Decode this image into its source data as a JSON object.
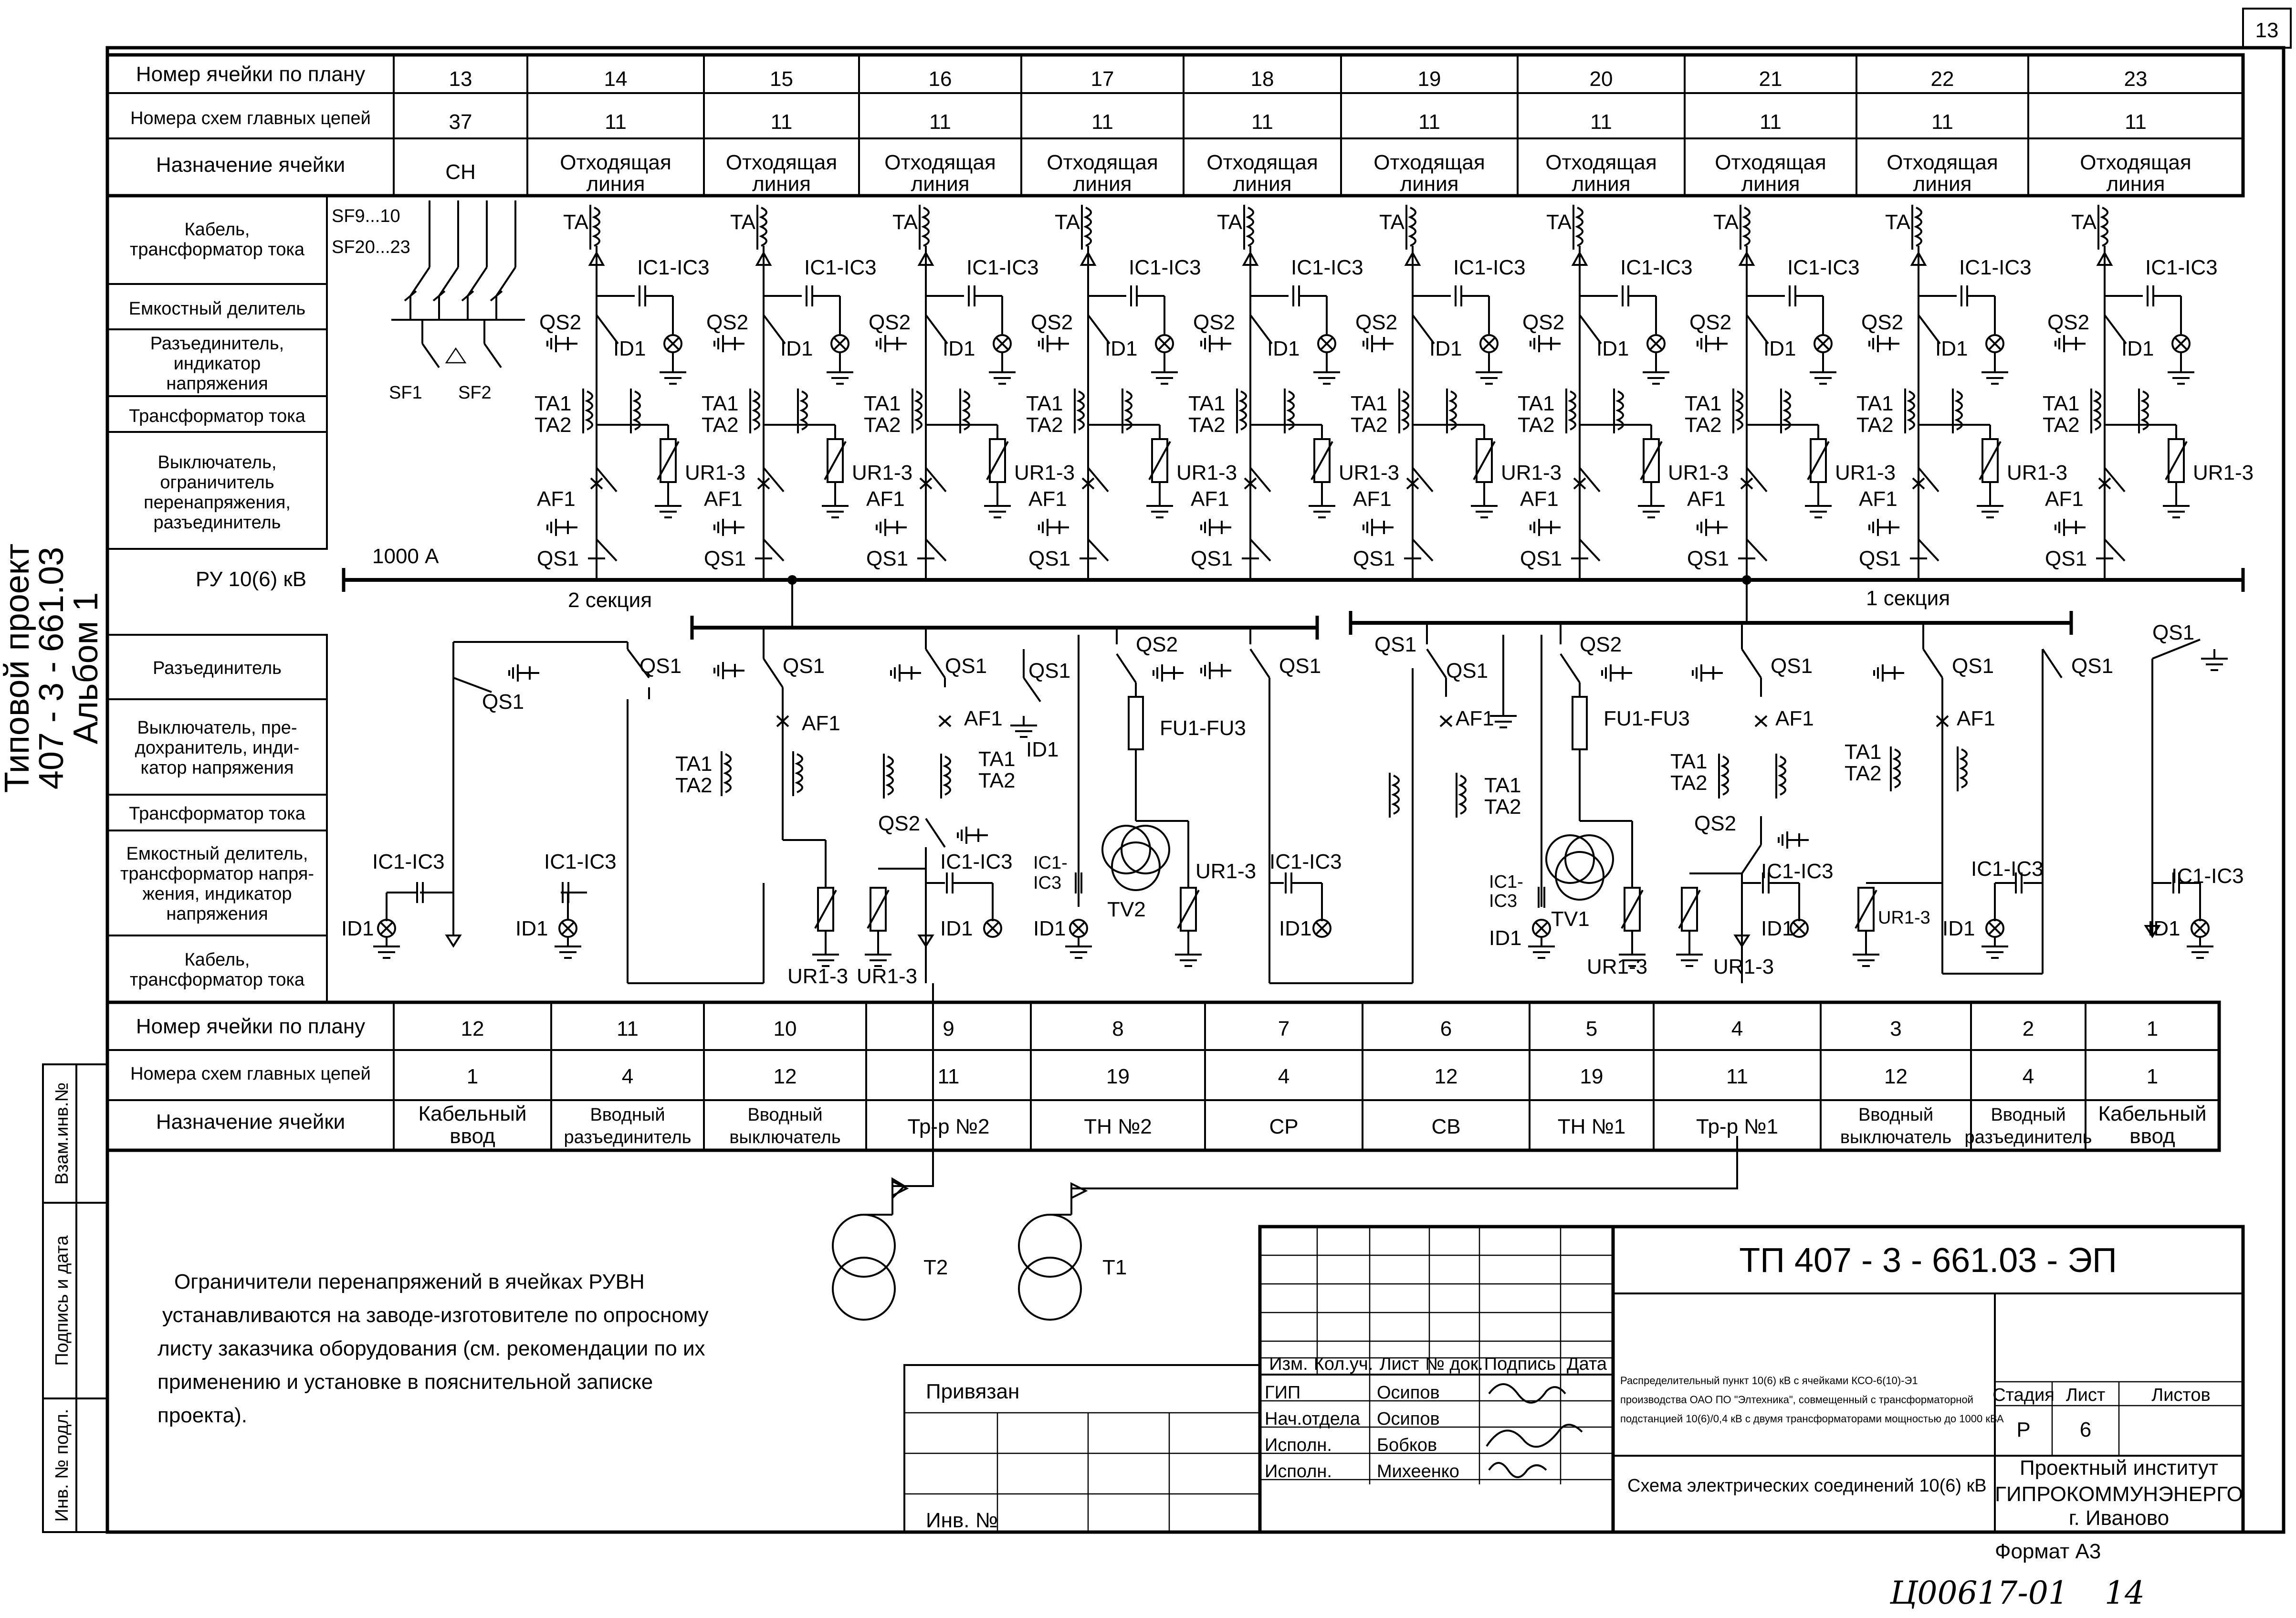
{
  "page_number": "13",
  "side": {
    "project_line1": "Типовой проект",
    "project_line2": "407 - 3 - 661.03",
    "project_line3": "Альбом   1"
  },
  "stamp_side": [
    "Взам.инв.№",
    "Подпись и дата",
    "Инв. № подл."
  ],
  "top_section": {
    "row_labels": [
      "Номер ячейки по плану",
      "Номера схем главных цепей",
      "Назначение ячейки"
    ],
    "cells": [
      {
        "num": "13",
        "scheme": "37",
        "purpose": [
          "СН"
        ]
      },
      {
        "num": "14",
        "scheme": "11",
        "purpose": [
          "Отходящая",
          "линия"
        ]
      },
      {
        "num": "15",
        "scheme": "11",
        "purpose": [
          "Отходящая",
          "линия"
        ]
      },
      {
        "num": "16",
        "scheme": "11",
        "purpose": [
          "Отходящая",
          "линия"
        ]
      },
      {
        "num": "17",
        "scheme": "11",
        "purpose": [
          "Отходящая",
          "линия"
        ]
      },
      {
        "num": "18",
        "scheme": "11",
        "purpose": [
          "Отходящая",
          "линия"
        ]
      },
      {
        "num": "19",
        "scheme": "11",
        "purpose": [
          "Отходящая",
          "линия"
        ]
      },
      {
        "num": "20",
        "scheme": "11",
        "purpose": [
          "Отходящая",
          "линия"
        ]
      },
      {
        "num": "21",
        "scheme": "11",
        "purpose": [
          "Отходящая",
          "линия"
        ]
      },
      {
        "num": "22",
        "scheme": "11",
        "purpose": [
          "Отходящая",
          "линия"
        ]
      },
      {
        "num": "23",
        "scheme": "11",
        "purpose": [
          "Отходящая",
          "линия"
        ]
      }
    ],
    "equipment_labels": [
      [
        "Кабель,",
        "трансформатор тока"
      ],
      [
        "Емкостный делитель"
      ],
      [
        "Разъединитель,",
        "индикатор",
        "напряжения"
      ],
      [
        "Трансформатор тока"
      ],
      [
        "Выключатель,",
        "ограничитель",
        "перенапряжения,",
        "разъединитель"
      ]
    ],
    "sn_labels": [
      "SF9...10",
      "SF20...23",
      "SF1",
      "SF2"
    ],
    "feeder_labels": {
      "ta": "TA",
      "ic": "IC1-IC3",
      "qs2": "QS2",
      "id": "ID1",
      "ta12": [
        "TA1",
        "TA2"
      ],
      "ur": "UR1-3",
      "af": "AF1",
      "qs1": "QS1"
    }
  },
  "busbar": {
    "label": "РУ 10(6) кВ",
    "current": "1000 А",
    "section2": "2 секция",
    "section1": "1 секция"
  },
  "bottom_section": {
    "equipment_labels": [
      [
        "Разъединитель"
      ],
      [
        "Выключатель, пре-",
        "дохранитель, инди-",
        "катор напряжения"
      ],
      [
        "Трансформатор тока"
      ],
      [
        "Емкостный делитель,",
        "трансформатор напря-",
        "жения, индикатор",
        "напряжения"
      ],
      [
        "Кабель,",
        "трансформатор тока"
      ]
    ],
    "row_labels": [
      "Номер ячейки по плану",
      "Номера схем главных цепей",
      "Назначение ячейки"
    ],
    "cells": [
      {
        "num": "12",
        "scheme": "1",
        "purpose": [
          "Кабельный",
          "ввод"
        ]
      },
      {
        "num": "11",
        "scheme": "4",
        "purpose": [
          "Вводный",
          "разъединитель"
        ]
      },
      {
        "num": "10",
        "scheme": "12",
        "purpose": [
          "Вводный",
          "выключатель"
        ]
      },
      {
        "num": "9",
        "scheme": "11",
        "purpose": [
          "Тр-р №2"
        ]
      },
      {
        "num": "8",
        "scheme": "19",
        "purpose": [
          "ТН №2"
        ]
      },
      {
        "num": "7",
        "scheme": "4",
        "purpose": [
          "СР"
        ]
      },
      {
        "num": "6",
        "scheme": "12",
        "purpose": [
          "СВ"
        ]
      },
      {
        "num": "5",
        "scheme": "19",
        "purpose": [
          "ТН №1"
        ]
      },
      {
        "num": "4",
        "scheme": "11",
        "purpose": [
          "Тр-р №1"
        ]
      },
      {
        "num": "3",
        "scheme": "12",
        "purpose": [
          "Вводный",
          "выключатель"
        ]
      },
      {
        "num": "2",
        "scheme": "4",
        "purpose": [
          "Вводный",
          "разъединитель"
        ]
      },
      {
        "num": "1",
        "scheme": "1",
        "purpose": [
          "Кабельный",
          "ввод"
        ]
      }
    ],
    "labels": {
      "qs1": "QS1",
      "qs2": "QS2",
      "af1": "AF1",
      "ta1": "TA1",
      "ta2": "TA2",
      "id1": "ID1",
      "ic": "IC1-IC3",
      "ic_split": [
        "IC1-",
        "IC3"
      ],
      "ur": "UR1-3",
      "fu": "FU1-FU3",
      "tv2": "TV2",
      "tv1": "TV1"
    }
  },
  "transformers": [
    {
      "name": "T2"
    },
    {
      "name": "T1"
    }
  ],
  "note": [
    "Ограничители перенапряжений в ячейках РУВН",
    "устанавливаются на заводе-изготовителе по опросному",
    "листу заказчика оборудования (см. рекомендации по их",
    "применению и установке в пояснительной записке",
    "проекта)."
  ],
  "title_block": {
    "code": "ТП  407 - 3 - 661.03 - ЭП",
    "header_cols": [
      "Изм.",
      "Кол.уч.",
      "Лист",
      "№ док.",
      "Подпись",
      "Дата"
    ],
    "roles": [
      "ГИП",
      "Нач.отдела",
      "Исполн.",
      "Исполн."
    ],
    "names": [
      "Осипов",
      "Осипов",
      "Бобков",
      "Михеенко"
    ],
    "description": [
      "Распределительный пункт 10(6) кВ с ячейками КСО-6(10)-Э1",
      "производства ОАО ПО \"Элтехника\", совмещенный с трансформаторной",
      "подстанцией 10(6)/0,4 кВ с двумя трансформаторами мощностью до 1000 кВА"
    ],
    "sheet_title": "Схема электрических соединений 10(6) кВ",
    "stage_headers": [
      "Стадия",
      "Лист",
      "Листов"
    ],
    "stage_values": [
      "Р",
      "6",
      ""
    ],
    "org": [
      "Проектный институт",
      "ГИПРОКОММУНЭНЕРГО",
      "г. Иваново"
    ],
    "privyazan": "Привязан",
    "inv": "Инв. №"
  },
  "format": "Формат А3",
  "handwritten": {
    "number": "Ц00617-01",
    "page": "14"
  }
}
